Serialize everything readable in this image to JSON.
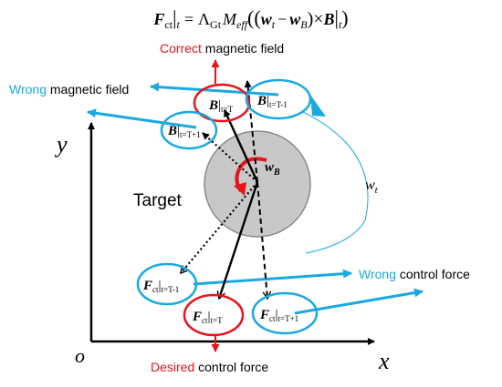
{
  "equation": {
    "lhs_F": "F",
    "lhs_sub": "ct",
    "lhs_eval": "t",
    "eq": "=",
    "lambda": "Λ",
    "lambda_sub": "Gt",
    "M": "M",
    "M_sub": "eff",
    "open": "((",
    "w": "w",
    "w_sub": "t",
    "minus": "−",
    "wB": "w",
    "wB_sub": "B",
    "close_times": ")×",
    "B": "B",
    "B_eval": "t",
    "close": ")"
  },
  "labels": {
    "correct_word": "Correct",
    "correct_rest": " magnetic field",
    "wrong_field_word": "Wrong",
    "wrong_field_rest": " magnetic field",
    "wrong_force_word": "Wrong",
    "wrong_force_rest": " control force",
    "desired_word": "Desired",
    "desired_rest": " control force",
    "target": "Target",
    "wB": "w",
    "wB_sub": "B",
    "wt": "w",
    "wt_sub": "t",
    "axis_y": "y",
    "axis_x": "x",
    "origin": "o"
  },
  "ellipses": {
    "B_T": {
      "sym": "B",
      "sub": "t=T"
    },
    "B_Tm1": {
      "sym": "B",
      "sub": "t=T-1"
    },
    "B_Tp1": {
      "sym": "B",
      "sub": "t=T+1"
    },
    "F_Tm1": {
      "sym": "F",
      "sub1": "ct",
      "sub2": "t=T-1"
    },
    "F_T": {
      "sym": "F",
      "sub1": "ct",
      "sub2": "t=T"
    },
    "F_Tp1": {
      "sym": "F",
      "sub1": "ct",
      "sub2": "t=T+1"
    }
  },
  "colors": {
    "correct": "#e8141c",
    "wrong": "#1aa9e0",
    "target_fill": "#c8c8c8",
    "ink": "#000000"
  }
}
